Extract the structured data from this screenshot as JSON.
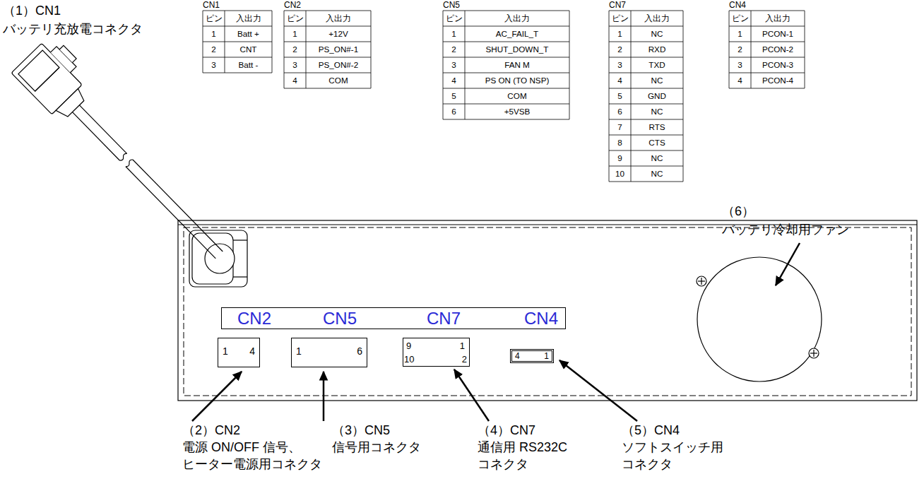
{
  "diagram": {
    "nodes": [
      {
        "text": [
          "CN2",
          "CN5",
          "CN7",
          "CN4"
        ]
      },
      {
        "text": [
          "1",
          "4"
        ]
      },
      {
        "text": [
          "1",
          "6"
        ]
      },
      {
        "text": [
          "9",
          "1",
          "10",
          "2"
        ]
      },
      {
        "text": [
          "4",
          "1"
        ]
      }
    ],
    "labels": [
      "（1）CN1",
      "バッテリ充放電コネクタ",
      "（2）CN2",
      "電源 ON/OFF 信号、",
      "ヒーター電源用コネクタ",
      "（3）CN5",
      "信号用コネクタ",
      "（4）CN7",
      "通信用 RS232C",
      "コネクタ",
      "（5）CN4",
      "ソフトスイッチ用",
      "コネクタ",
      "（6）",
      "バッテリ冷却用ファン",
      "CN1",
      "ピン",
      "入出力",
      "1",
      "Batt +",
      "2",
      "CNT",
      "3",
      "Batt -",
      "CN2",
      "ピン",
      "入出力",
      "1",
      "+12V",
      "2",
      "PS_ON#-1",
      "3",
      "PS_ON#-2",
      "4",
      "COM",
      "CN5",
      "ピン",
      "入出力",
      "1",
      "AC_FAIL_T",
      "2",
      "SHUT_DOWN_T",
      "3",
      "FAN M",
      "4",
      "PS ON (TO NSP)",
      "5",
      "COM",
      "6",
      "+5VSB",
      "CN7",
      "ピン",
      "入出力",
      "1",
      "NC",
      "2",
      "RXD",
      "3",
      "TXD",
      "4",
      "NC",
      "5",
      "GND",
      "6",
      "NC",
      "7",
      "RTS",
      "8",
      "CTS",
      "9",
      "NC",
      "10",
      "NC",
      "CN4",
      "ピン",
      "入出力",
      "1",
      "PCON-1",
      "2",
      "PCON-2",
      "3",
      "PCON-3",
      "4",
      "PCON-4"
    ]
  }
}
